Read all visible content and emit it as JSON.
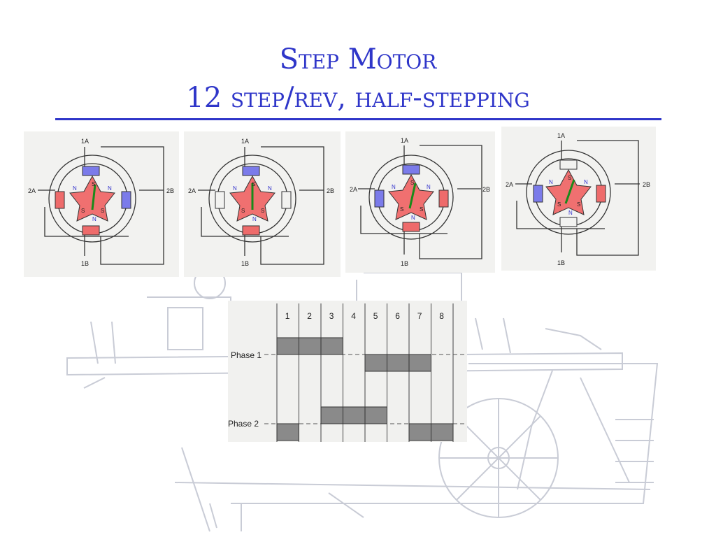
{
  "slide": {
    "title_line1": "Step Motor",
    "title_line2": "12 step/rev, half-stepping",
    "accent_color": "#2f36c9"
  },
  "motor_panels": [
    {
      "label_1a": "1A",
      "label_1b": "1B",
      "label_2a": "2A",
      "label_2b": "2B",
      "rotor_poles": [
        "S",
        "S",
        "S"
      ],
      "stator_poles": [
        "N",
        "N",
        "N"
      ],
      "stator_colors": {
        "top": "blue",
        "right": "blue",
        "bottom": "red",
        "left": "red"
      }
    },
    {
      "label_1a": "1A",
      "label_1b": "1B",
      "label_2a": "2A",
      "label_2b": "2B",
      "rotor_poles": [
        "S",
        "S",
        "S"
      ],
      "stator_poles": [
        "N",
        "N",
        "N"
      ],
      "stator_colors": {
        "top": "blue",
        "right": "none",
        "bottom": "red",
        "left": "none"
      }
    },
    {
      "label_1a": "1A",
      "label_1b": "1B",
      "label_2a": "2A",
      "label_2b": "2B",
      "rotor_poles": [
        "S",
        "S",
        "S"
      ],
      "stator_poles": [
        "N",
        "N",
        "N"
      ],
      "stator_colors": {
        "top": "blue",
        "right": "red",
        "bottom": "red",
        "left": "blue"
      }
    },
    {
      "label_1a": "1A",
      "label_1b": "1B",
      "label_2a": "2A",
      "label_2b": "2B",
      "rotor_poles": [
        "S",
        "S",
        "S"
      ],
      "stator_poles": [
        "N",
        "N",
        "N"
      ],
      "stator_colors": {
        "top": "none",
        "right": "red",
        "bottom": "none",
        "left": "blue"
      }
    }
  ],
  "timing_diagram": {
    "steps": [
      "1",
      "2",
      "3",
      "4",
      "5",
      "6",
      "7",
      "8"
    ],
    "phase1_label": "Phase 1",
    "phase2_label": "Phase 2",
    "phase1_levels": [
      1,
      1,
      1,
      0,
      -1,
      -1,
      -1,
      0
    ],
    "phase2_levels": [
      -1,
      0,
      1,
      1,
      1,
      0,
      -1,
      -1
    ]
  }
}
